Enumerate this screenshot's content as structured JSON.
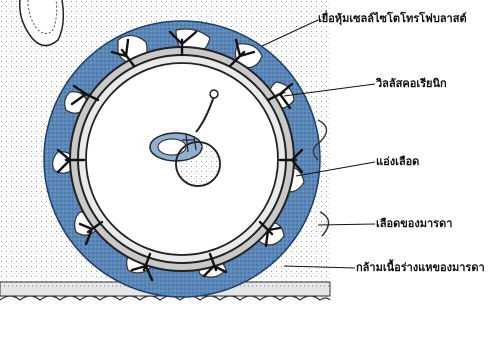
{
  "figure": {
    "labels": [
      "เยื่อหุ้มเซลล์ไซโตโทรโฟบลาสต์",
      "วิลลัสคอเรียนิก",
      "แอ่งเลือด",
      "เลือดของมารดา",
      "กล้ามเนื้อร่างแหของมารดา"
    ]
  },
  "colors": {
    "trophoblast": "#5a86b8",
    "stroke": "#222222",
    "background_tissue": "#f3f3f3"
  }
}
